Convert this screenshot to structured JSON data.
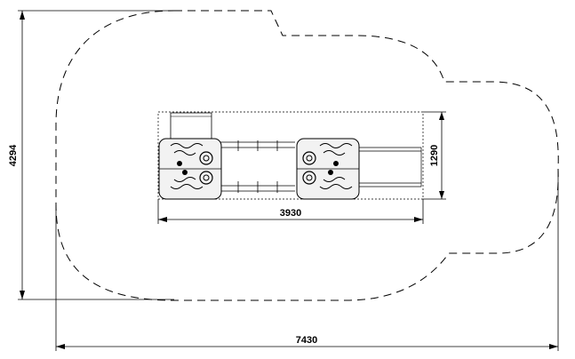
{
  "dimensions": {
    "overall_width": "7430",
    "overall_height": "4294",
    "structure_width": "3930",
    "structure_height": "1290"
  },
  "colors": {
    "line": "#000000",
    "background": "#ffffff"
  }
}
